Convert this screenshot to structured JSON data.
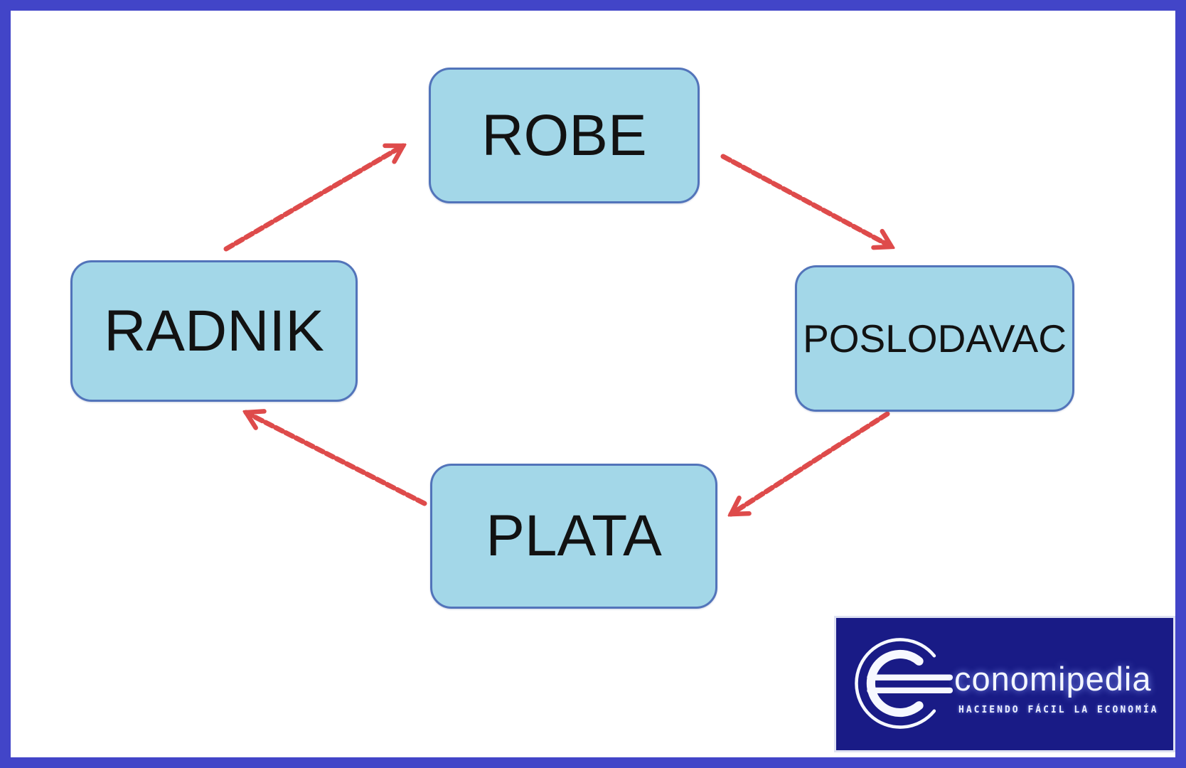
{
  "diagram": {
    "title": "circular-flow-diagram",
    "nodes": [
      {
        "id": "robe",
        "label": "ROBE"
      },
      {
        "id": "radnik",
        "label": "RADNIK"
      },
      {
        "id": "poslodavac",
        "label": "POSLODAVAC"
      },
      {
        "id": "plata",
        "label": "PLATA"
      }
    ],
    "edges": [
      {
        "from": "radnik",
        "to": "robe"
      },
      {
        "from": "robe",
        "to": "poslodavac"
      },
      {
        "from": "poslodavac",
        "to": "plata"
      },
      {
        "from": "plata",
        "to": "radnik"
      }
    ],
    "colors": {
      "frame": "#4245c8",
      "background": "#ffffff",
      "node_fill": "#a3d7e8",
      "node_border": "#5274ba",
      "node_text": "#121212",
      "arrow": "#dc3c3c",
      "logo_background": "#191b86",
      "logo_text": "#f3f6ff"
    }
  },
  "logo": {
    "brand": "conomipedia",
    "tagline": "HACIENDO FÁCIL LA ECONOMÍA",
    "mark": "stylized-e-circle-icon"
  }
}
